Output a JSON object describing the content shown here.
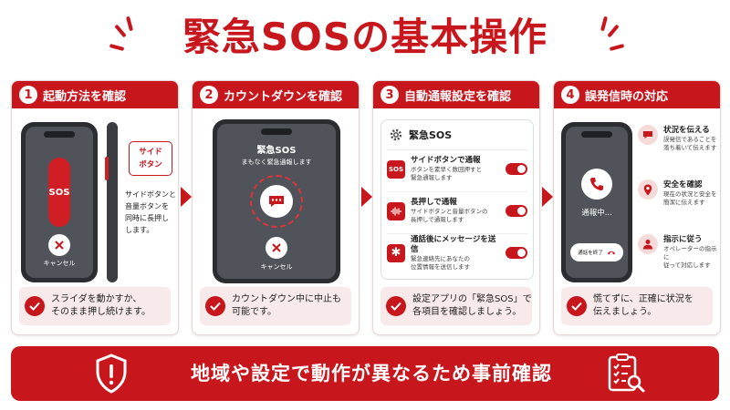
{
  "title": "緊急SOSの基本操作",
  "colors": {
    "accent": "#c8161d",
    "note_bg": "#f8eaea",
    "phone": "#2b2d31",
    "screen": "#50545a"
  },
  "steps": [
    {
      "number": "1",
      "title": "起動方法を確認",
      "side_label_line1": "サイド",
      "side_label_line2": "ボタン",
      "sos_label": "SOS",
      "cancel": "キャンセル",
      "desc_lines": [
        "サイドボタンと",
        "音量ボタンを",
        "同時に長押し",
        "します。"
      ],
      "note_line1": "スライダを動かすか、",
      "note_line2": "そのまま押し続けます。"
    },
    {
      "number": "2",
      "title": "カウントダウンを確認",
      "screen_title": "緊急SOS",
      "screen_sub": "まもなく緊急通報します",
      "cancel": "キャンセル",
      "note_line1": "カウントダウン中に中止も",
      "note_line2": "可能です。"
    },
    {
      "number": "3",
      "title": "自動通報設定を確認",
      "panel_title": "緊急SOS",
      "settings": [
        {
          "icon_text": "SOS",
          "title": "サイドボタンで通報",
          "desc1": "ボタンを素早く数回押すと",
          "desc2": "緊急通報します"
        },
        {
          "icon_text": "",
          "title": "長押しで通報",
          "desc1": "サイドボタンと音量ボタンの",
          "desc2": "長押しで通報します"
        },
        {
          "icon_text": "✱",
          "title": "通話後にメッセージを送信",
          "desc1": "緊急連絡先にあなたの",
          "desc2": "位置情報を送信します"
        }
      ],
      "note_line1": "設定アプリの「緊急SOS」で",
      "note_line2": "各項目を確認しましょう。"
    },
    {
      "number": "4",
      "title": "誤発信時の対応",
      "call_text": "通報中...",
      "end_call": "通話を終了",
      "tips": [
        {
          "icon": "speech-bubble-icon",
          "title": "状況を伝える",
          "desc1": "誤発信であることを",
          "desc2": "落ち着いて伝えます"
        },
        {
          "icon": "location-pin-icon",
          "title": "安全を確認",
          "desc1": "現在の状況と安全を",
          "desc2": "簡潔に伝えます"
        },
        {
          "icon": "person-icon",
          "title": "指示に従う",
          "desc1": "オペレーターの指示に",
          "desc2": "従って対応します"
        }
      ],
      "note_line1": "慌てずに、正確に状況を",
      "note_line2": "伝えましょう。"
    }
  ],
  "banner": {
    "text": "地域や設定で動作が異なるため事前確認",
    "left_icon": "shield-exclamation-icon",
    "right_icon": "clipboard-checklist-icon"
  }
}
